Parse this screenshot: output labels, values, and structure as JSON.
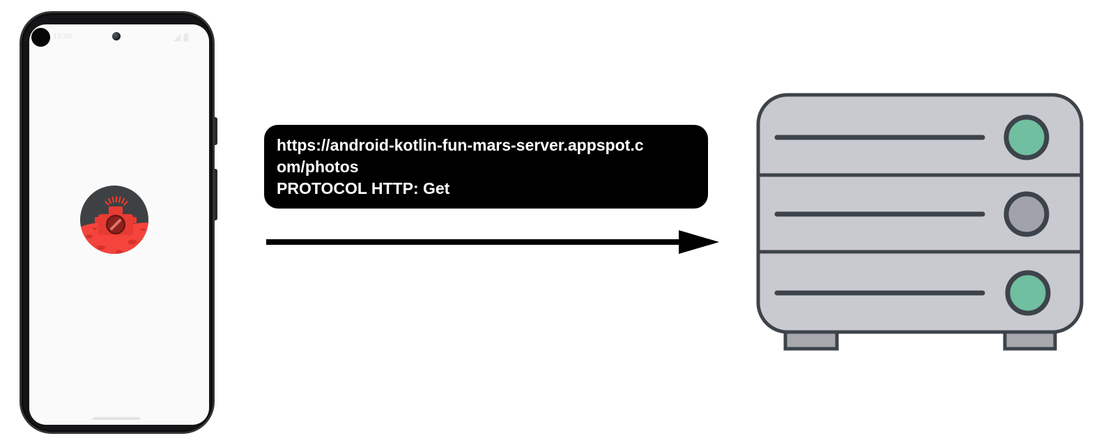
{
  "phone": {
    "status_bar": {
      "time": "12:00"
    }
  },
  "request": {
    "bubble_lines": [
      "https://android-kotlin-fun-mars-server.appspot.c",
      "om/photos",
      "PROTOCOL HTTP: Get"
    ]
  },
  "icons": {
    "app_icon": "mars-photos-camera-icon",
    "server": "web-server-icon",
    "arrow": "request-arrow-icon",
    "signal": "signal-icon",
    "battery": "battery-icon"
  },
  "colors": {
    "bubble_bg": "#000000",
    "bubble_text": "#ffffff",
    "arrow_black": "#000000",
    "phone_frame": "#151517",
    "screen_bg": "#fafafa",
    "status_faint": "#e9e9ec",
    "icon_dark": "#3e4144",
    "mars_red": "#f4443c",
    "mars_crater": "#d63229",
    "camera_red": "#e83b32",
    "lens_dark": "#8a211c",
    "lens_slash": "#e0736c",
    "server_body": "#c9cacf",
    "server_outline": "#3d434a",
    "server_led_green": "#70bfa0",
    "server_led_gray": "#a2a3aa",
    "server_foot": "#a6a8ad"
  }
}
